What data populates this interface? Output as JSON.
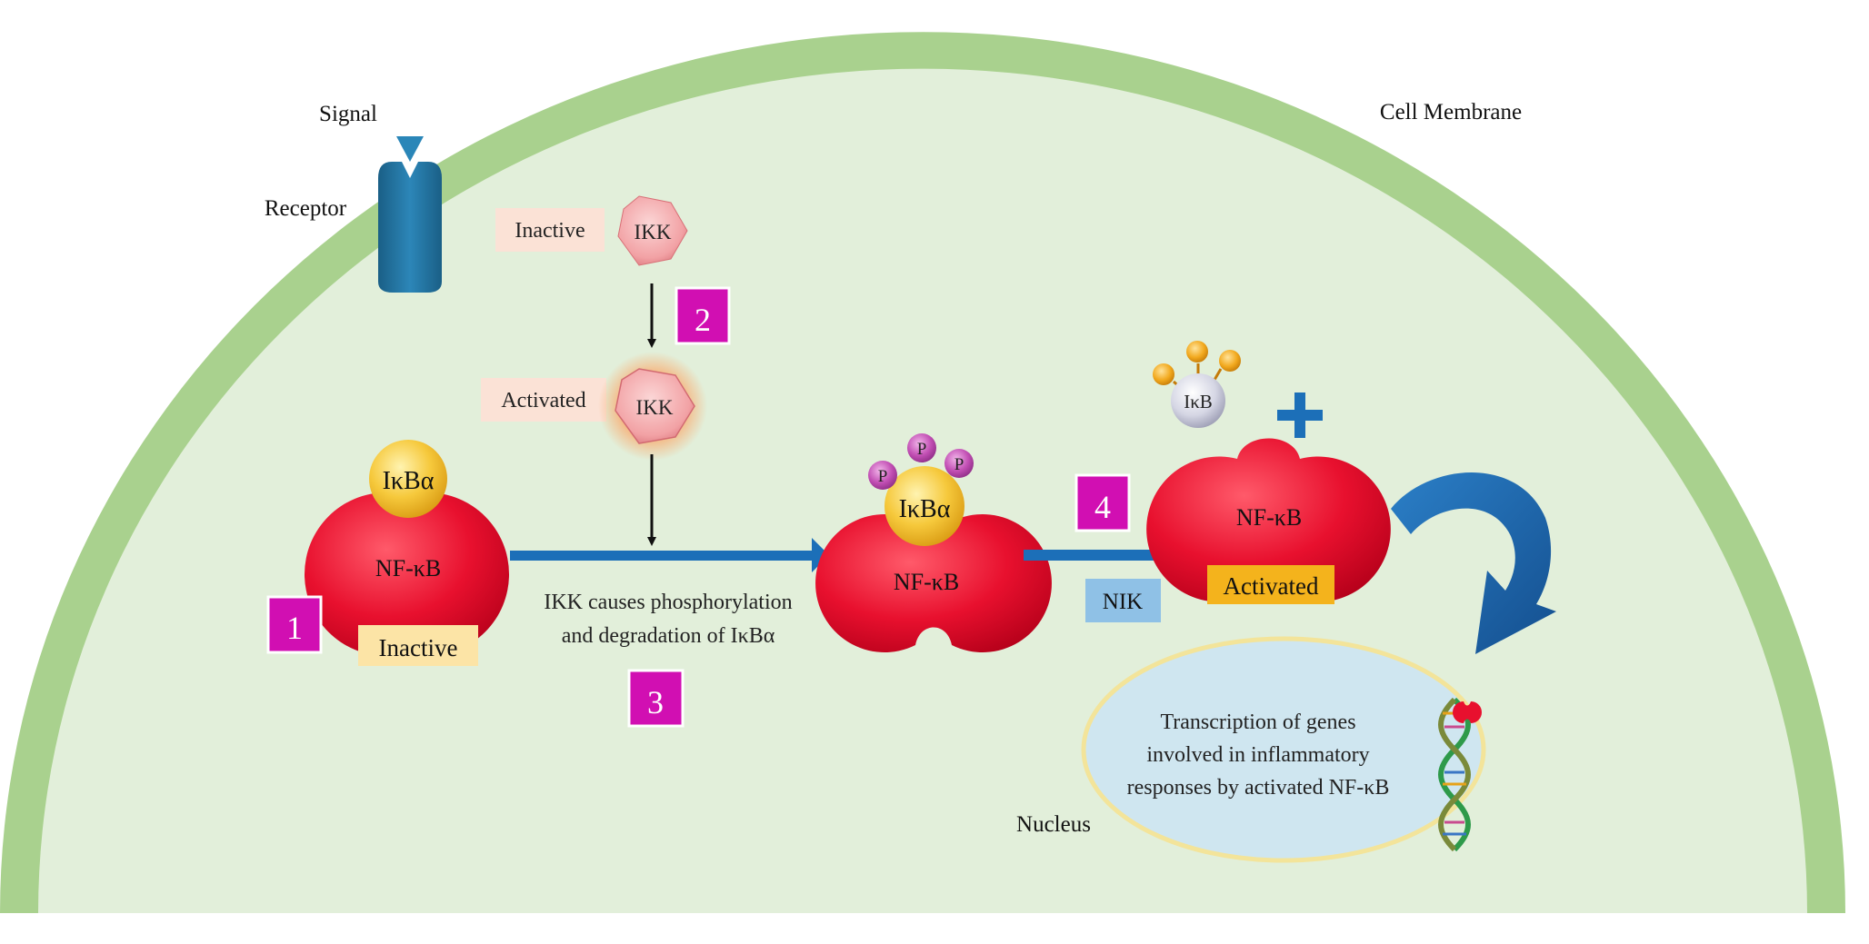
{
  "labels": {
    "signal": "Signal",
    "receptor": "Receptor",
    "cell_membrane": "Cell Membrane",
    "nucleus": "Nucleus"
  },
  "steps": [
    "1",
    "2",
    "3",
    "4"
  ],
  "ikk": {
    "inactive_label": "Inactive",
    "activated_label": "Activated",
    "name": "IKK"
  },
  "complex_inactive": {
    "ikba": "IκBα",
    "nfkb": "NF-κB",
    "state": "Inactive"
  },
  "step3_text": {
    "line1": "IKK causes phosphorylation",
    "line2": "and degradation of IκBα"
  },
  "complex_phospho": {
    "ikba": "IκBα",
    "nfkb": "NF-κB",
    "phosphate": "P"
  },
  "nik_label": "NIK",
  "free_ikb": "IκB",
  "complex_active": {
    "nfkb": "NF-κB",
    "state": "Activated"
  },
  "nucleus_text": {
    "line1": "Transcription of genes",
    "line2": "involved in inflammatory",
    "line3": "responses by activated NF-κB"
  },
  "colors": {
    "membrane": "#a9d18e",
    "cytoplasm": "#e2efda",
    "nfkb": "#e8102e",
    "ikba": "#f6c93c",
    "step_box": "#d10fb2",
    "arrow_blue": "#1c6fb8",
    "nucleus_fill": "#cfe6f0",
    "nucleus_border": "#f3e49a",
    "receptor": "#1f6e9a"
  }
}
